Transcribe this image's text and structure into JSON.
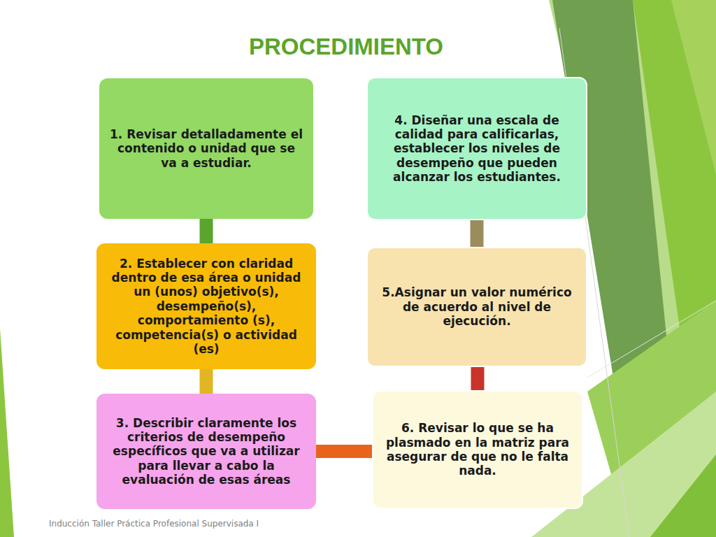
{
  "diagram": {
    "title": "PROCEDIMIENTO",
    "nodes": [
      {
        "text": [
          "1. Revisar detalladamente el contenido o unidad que se va a estudiar."
        ]
      },
      {
        "text": [
          "2. Establecer con claridad dentro de esa área o unidad un (unos) objetivo(s), desempeño(s), comportamiento (s), competencia(s) o actividad (es)"
        ]
      },
      {
        "text": [
          "3. Describir claramente los criterios de desempeño específicos que va a utilizar para llevar a cabo la evaluación de esas áreas"
        ]
      },
      {
        "text": [
          "4. Diseñar una escala de calidad para calificarlas, establecer los niveles de desempeño que pueden alcanzar los estudiantes."
        ]
      },
      {
        "text": [
          "5.Asignar un valor numérico de acuerdo al nivel de ejecución."
        ]
      },
      {
        "text": [
          "6. Revisar lo que se ha plasmado en la matriz para asegurar de que no le falta nada."
        ]
      }
    ],
    "edges": [
      {
        "from": 0,
        "to": 1,
        "arrow": "none"
      },
      {
        "from": 1,
        "to": 2,
        "arrow": "none"
      },
      {
        "from": 2,
        "to": 5,
        "arrow": "none"
      },
      {
        "from": 3,
        "to": 4,
        "arrow": "none"
      },
      {
        "from": 4,
        "to": 5,
        "arrow": "none"
      }
    ],
    "labels": [
      "Inducción Taller Práctica Profesional Supervisada I"
    ]
  }
}
